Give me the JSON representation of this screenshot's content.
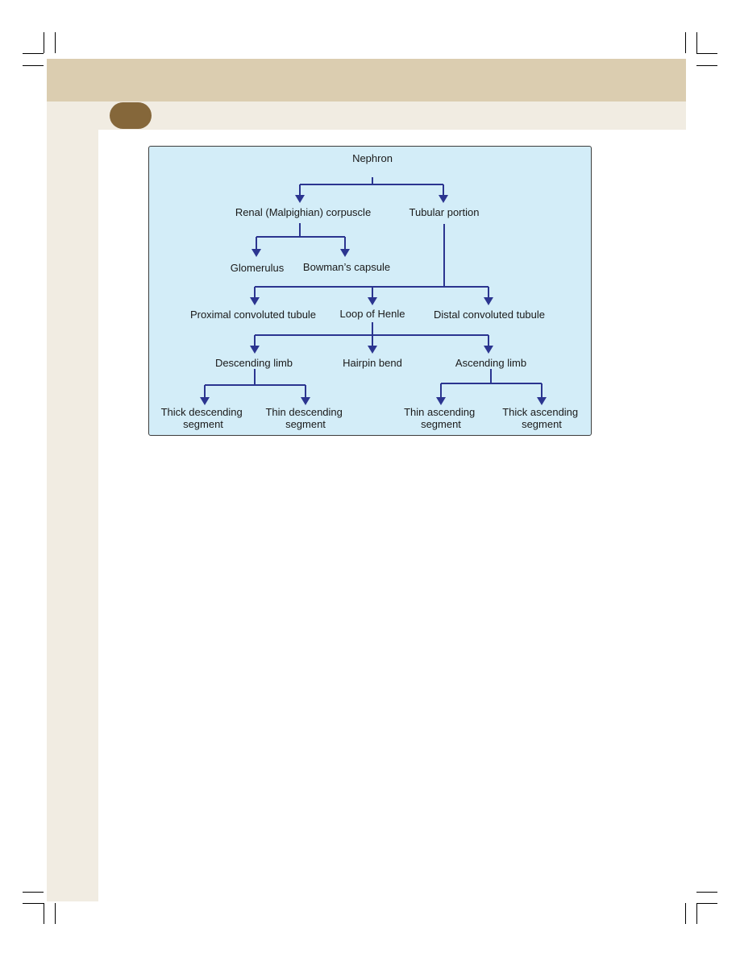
{
  "diagram": {
    "nodes": {
      "nephron": "Nephron",
      "renal_corpuscle": "Renal (Malpighian) corpuscle",
      "tubular_portion": "Tubular portion",
      "glomerulus": "Glomerulus",
      "bowmans_capsule": "Bowman’s capsule",
      "pct": "Proximal convoluted tubule",
      "loop_of_henle": "Loop of Henle",
      "dct": "Distal convoluted tubule",
      "descending_limb": "Descending limb",
      "hairpin_bend": "Hairpin bend",
      "ascending_limb": "Ascending limb",
      "thick_descending": [
        "Thick descending",
        "segment"
      ],
      "thin_descending": [
        "Thin descending",
        "segment"
      ],
      "thin_ascending": [
        "Thin ascending",
        "segment"
      ],
      "thick_ascending": [
        "Thick ascending",
        "segment"
      ]
    },
    "colors": {
      "connector": "#2b3590",
      "panel_background": "#d3edf8",
      "header_band": "#dbcdb0",
      "margin_band": "#f1ece2",
      "chapter_badge": "#85673a"
    }
  }
}
